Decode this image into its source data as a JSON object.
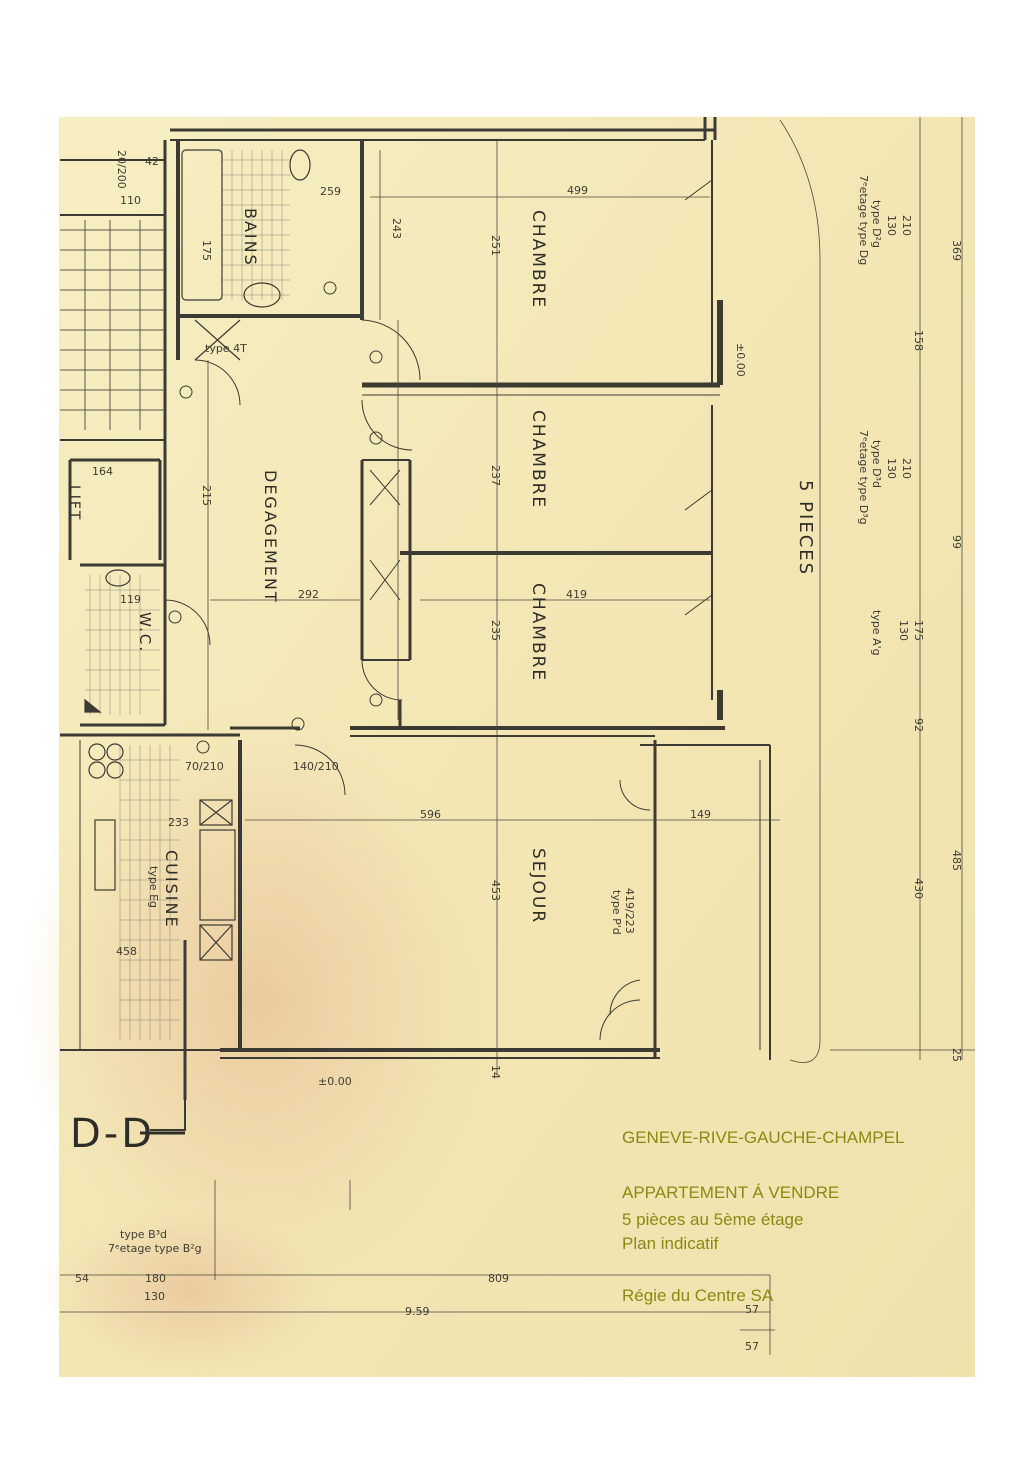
{
  "plan": {
    "rooms": {
      "chambre_1": "CHAMBRE",
      "chambre_2": "CHAMBRE",
      "chambre_3": "CHAMBRE",
      "sejour": "SEJOUR",
      "bains": "BAINS",
      "degagement": "DEGAGEMENT",
      "wc": "W.C.",
      "cuisine": "CUISINE",
      "lift": "LIFT"
    },
    "section_label": "D-D",
    "pieces_label": "5  PIECES",
    "dimensions": {
      "d499": "499",
      "d419": "419",
      "d596": "596",
      "d149": "149",
      "d292": "292",
      "d259": "259",
      "d243": "243",
      "d251": "251",
      "d237": "237",
      "d235": "235",
      "d453": "453",
      "d215": "215",
      "d175": "175",
      "d164": "164",
      "d110": "110",
      "d20_200": "20/200",
      "d42": "42",
      "d119": "119",
      "d210a": "210",
      "d130a": "130",
      "d210b": "210",
      "d130b": "130",
      "d175b": "175",
      "d130c": "130",
      "d369": "369",
      "d158": "158",
      "d99": "99",
      "d92": "92",
      "d485": "485",
      "d430": "430",
      "d25": "25",
      "d4000a": "±0.00",
      "d4000b": "±0.00",
      "d809": "809",
      "d959": "9.59",
      "d180": "180",
      "d130d": "130",
      "d57a": "57",
      "d57b": "57",
      "d54": "54",
      "d233": "233",
      "d458": "458",
      "d14": "14",
      "d140_210": "140/210",
      "d70_210": "70/210",
      "type_b3d": "type B³d",
      "type_b2g": "7ᵉetage type B²g",
      "type_d2g": "type D²g",
      "type_dg": "7ᵉetage type Dg",
      "type_d3d": "type D³d",
      "type_d3g": "7ᵉetage type D³g",
      "type_a": "type A'g",
      "type_eg": "type Eg",
      "type_4t": "type 4T",
      "type_pd": "type P'd",
      "d419_223": "419/223"
    }
  },
  "caption": {
    "location": "GENEVE-RIVE-GAUCHE-CHAMPEL",
    "offer": "APPARTEMENT Á VENDRE",
    "details": "5 pièces au 5ème étage",
    "note": "Plan indicatif",
    "agency": "Régie du Centre SA"
  },
  "colors": {
    "paper_light": "#f8f1c6",
    "paper_mid": "#efe2ad",
    "stain": "#e8c79a",
    "ink": "#3b3b33",
    "caption": "#8a8a10"
  }
}
